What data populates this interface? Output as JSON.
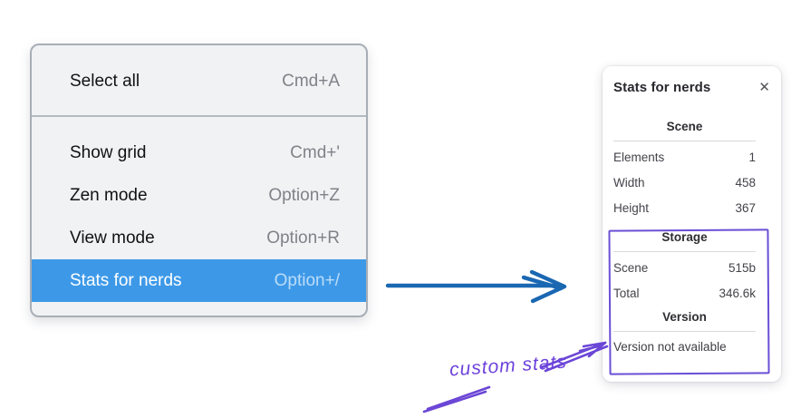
{
  "menu": {
    "items": [
      {
        "label": "Select all",
        "shortcut": "Cmd+A",
        "selected": false
      },
      {
        "label": "Show grid",
        "shortcut": "Cmd+'",
        "selected": false
      },
      {
        "label": "Zen mode",
        "shortcut": "Option+Z",
        "selected": false
      },
      {
        "label": "View mode",
        "shortcut": "Option+R",
        "selected": false
      },
      {
        "label": "Stats for nerds",
        "shortcut": "Option+/",
        "selected": true
      }
    ],
    "highlight_color": "#3d99e8"
  },
  "stats_panel": {
    "title": "Stats for nerds",
    "close_icon": "✕",
    "sections": [
      {
        "heading": "Scene",
        "rows": [
          {
            "label": "Elements",
            "value": "1"
          },
          {
            "label": "Width",
            "value": "458"
          },
          {
            "label": "Height",
            "value": "367"
          }
        ]
      },
      {
        "heading": "Storage",
        "rows": [
          {
            "label": "Scene",
            "value": "515b"
          },
          {
            "label": "Total",
            "value": "346.6k"
          }
        ],
        "annotated": true
      },
      {
        "heading": "Version",
        "note": "Version not available",
        "annotated": true
      }
    ]
  },
  "annotations": {
    "custom_stats_label": "custom stats",
    "purple_color": "#6b46d6",
    "blue_arrow_color": "#1a67b2"
  }
}
